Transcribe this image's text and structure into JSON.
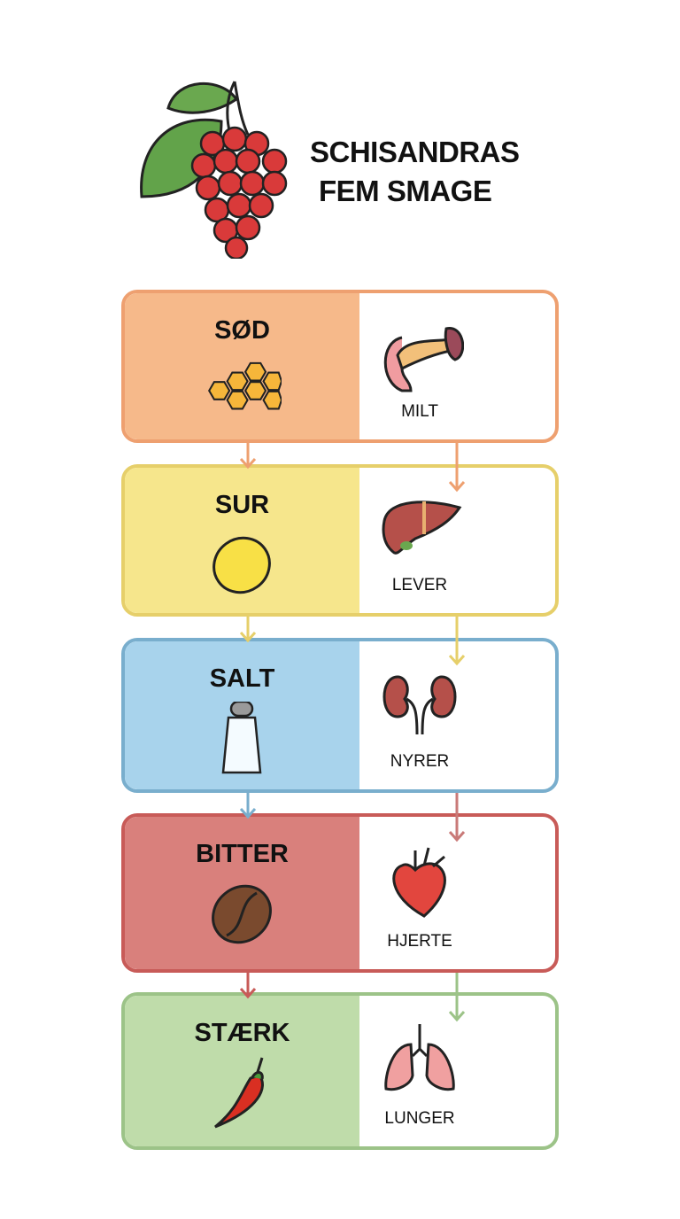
{
  "title": {
    "line1": "SCHISANDRAS",
    "line2": "FEM SMAGE",
    "icon": "schisandra-berries-icon"
  },
  "rows": [
    {
      "taste": "SØD",
      "taste_icon": "honeycomb-icon",
      "organ": "MILT",
      "organ_icon": "spleen-icon",
      "border": "#eea070",
      "fill": "#f6b98a"
    },
    {
      "taste": "SUR",
      "taste_icon": "lemon-icon",
      "organ": "LEVER",
      "organ_icon": "liver-icon",
      "border": "#e6cf6a",
      "fill": "#f6e68c"
    },
    {
      "taste": "SALT",
      "taste_icon": "salt-shaker-icon",
      "organ": "NYRER",
      "organ_icon": "kidneys-icon",
      "border": "#79aecd",
      "fill": "#a8d3ec"
    },
    {
      "taste": "BITTER",
      "taste_icon": "coffee-bean-icon",
      "organ": "HJERTE",
      "organ_icon": "heart-icon",
      "border": "#c85b58",
      "fill": "#d9807c"
    },
    {
      "taste": "STÆRK",
      "taste_icon": "chili-pepper-icon",
      "organ": "LUNGER",
      "organ_icon": "lungs-icon",
      "border": "#9cc388",
      "fill": "#bfdcaa"
    }
  ]
}
